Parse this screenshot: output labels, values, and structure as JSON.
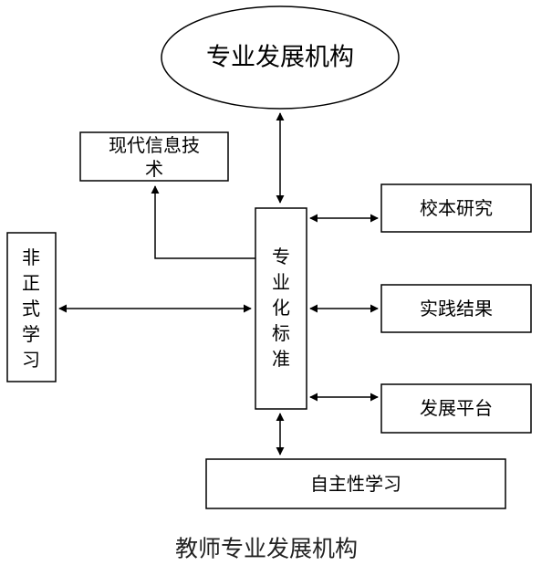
{
  "nodes": {
    "top": "专业发展机构",
    "tech_line1": "现代信息技",
    "tech_line2": "术",
    "center": [
      "专",
      "业",
      "化",
      "标",
      "准"
    ],
    "left": [
      "非",
      "正",
      "式",
      "学",
      "习"
    ],
    "research": "校本研究",
    "practice": "实践结果",
    "platform": "发展平台",
    "bottom": "自主性学习"
  },
  "caption": "教师专业发展机构",
  "colors": {
    "stroke": "#000000",
    "fill": "#ffffff",
    "text": "#000000"
  }
}
